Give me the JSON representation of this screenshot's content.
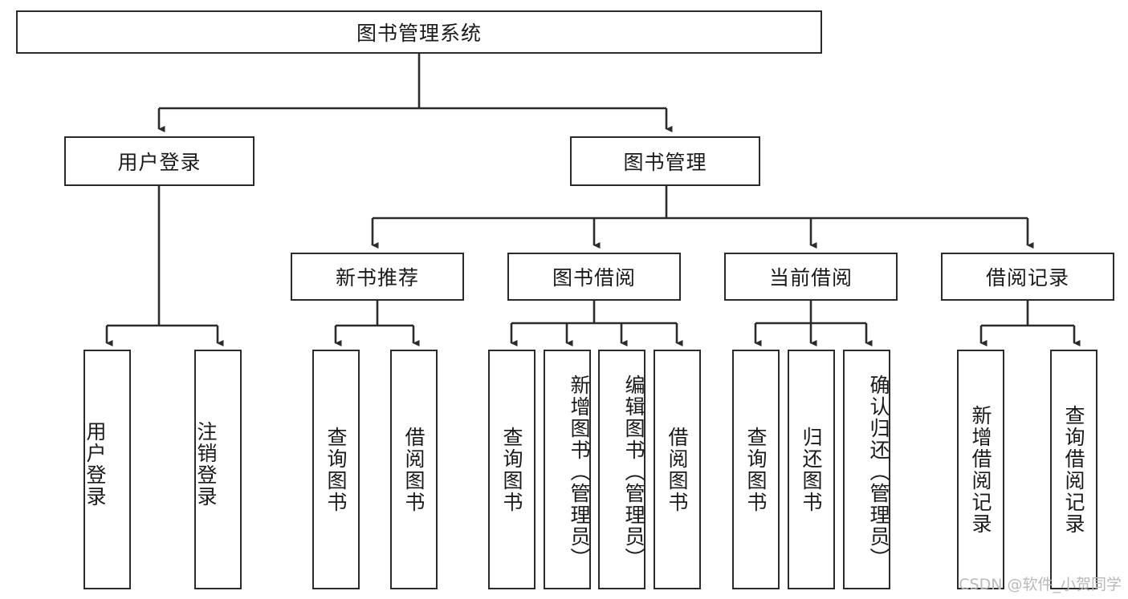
{
  "diagram": {
    "title": "图书管理系统",
    "watermark": "CSDN @软件_小贺同学",
    "root": {
      "label": "图书管理系统"
    },
    "level2": [
      {
        "label": "用户登录"
      },
      {
        "label": "图书管理"
      }
    ],
    "level3": [
      {
        "label": "新书推荐"
      },
      {
        "label": "图书借阅"
      },
      {
        "label": "当前借阅"
      },
      {
        "label": "借阅记录"
      }
    ],
    "leaves": {
      "user_login": [
        {
          "label": "用户登录"
        },
        {
          "label": "注销登录"
        }
      ],
      "new_book_recommend": [
        {
          "label": "查询图书"
        },
        {
          "label": "借阅图书"
        }
      ],
      "book_borrow": [
        {
          "label": "查询图书"
        },
        {
          "label": "新增图书（管理员）"
        },
        {
          "label": "编辑图书（管理员）"
        },
        {
          "label": "借阅图书"
        }
      ],
      "current_borrow": [
        {
          "label": "查询图书"
        },
        {
          "label": "归还图书"
        },
        {
          "label": "确认归还（管理员）"
        }
      ],
      "borrow_records": [
        {
          "label": "新增借阅记录"
        },
        {
          "label": "查询借阅记录"
        }
      ]
    },
    "colors": {
      "stroke": "#2b2b2b",
      "fill": "#ffffff",
      "text": "#1a1a1a",
      "watermark": "#b9b9b9"
    }
  }
}
